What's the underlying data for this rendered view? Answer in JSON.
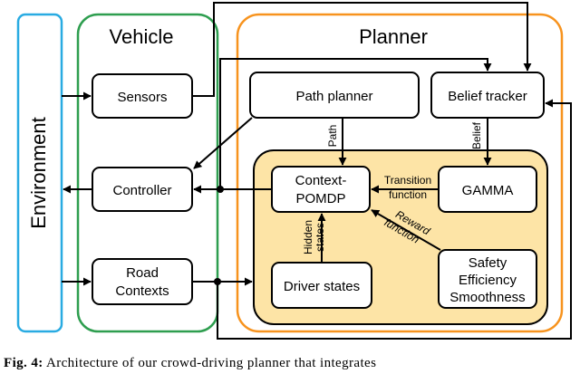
{
  "diagram": {
    "environment": "Environment",
    "vehicle": {
      "title": "Vehicle",
      "sensors": "Sensors",
      "controller": "Controller",
      "road_contexts": [
        "Road",
        "Contexts"
      ]
    },
    "planner": {
      "title": "Planner",
      "path_planner": "Path planner",
      "belief_tracker": "Belief tracker",
      "context_pomdp": [
        "Context-",
        "POMDP"
      ],
      "gamma": "GAMMA",
      "driver_states": "Driver states",
      "objectives": [
        "Safety",
        "Efficiency",
        "Smoothness"
      ]
    },
    "edge_labels": {
      "path": "Path",
      "belief": "Belief",
      "transition_function": [
        "Transition",
        "function"
      ],
      "reward_function": [
        "Reward",
        "function"
      ],
      "hidden_states": [
        "Hidden",
        "states"
      ]
    },
    "colors": {
      "environment_border": "#29abe2",
      "vehicle_border": "#2e9e4f",
      "planner_border": "#f7931e",
      "inner_fill": "#fde4a6"
    }
  },
  "caption": {
    "label": "Fig. 4:",
    "text": "Architecture of our crowd-driving planner that integrates"
  }
}
